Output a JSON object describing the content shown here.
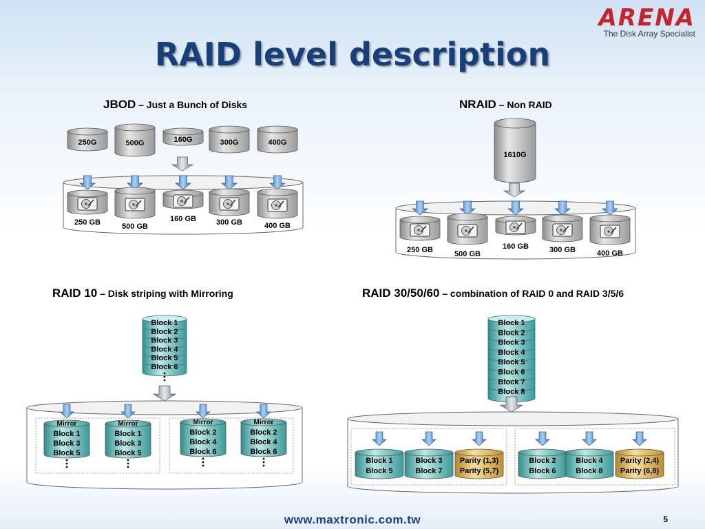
{
  "logo": {
    "word": "ARENA",
    "tagline": "The Disk Array Specialist"
  },
  "title": "RAID level description",
  "jbod": {
    "title_strong": "JBOD",
    "title_rest": " – Just a Bunch of Disks",
    "source_disks": [
      "250G",
      "500G",
      "160G",
      "300G",
      "400G"
    ],
    "array_disks": [
      "250 GB",
      "500 GB",
      "160 GB",
      "300 GB",
      "400 GB"
    ]
  },
  "nraid": {
    "title_strong": "NRAID",
    "title_rest": " – Non RAID",
    "source_disk": "1610G",
    "array_disks": [
      "250 GB",
      "500 GB",
      "160 GB",
      "300 GB",
      "400 GB"
    ]
  },
  "raid10": {
    "title_strong": "RAID 10",
    "title_rest": " – Disk striping with Mirroring",
    "stack": [
      "Block 1",
      "Block 2",
      "Block 3",
      "Block 4",
      "Block 5",
      "Block 6"
    ],
    "mirror_label": "Mirror",
    "groups": [
      {
        "disks": [
          [
            "Block 1",
            "Block 3",
            "Block 5"
          ],
          [
            "Block 1",
            "Block 3",
            "Block 5"
          ]
        ]
      },
      {
        "disks": [
          [
            "Block 2",
            "Block 4",
            "Block 6"
          ],
          [
            "Block 2",
            "Block 4",
            "Block 6"
          ]
        ]
      }
    ]
  },
  "raid30": {
    "title_strong": "RAID 30/50/60",
    "title_rest": " – combination of RAID 0 and RAID 3/5/6",
    "stack": [
      "Block 1",
      "Block 2",
      "Block 3",
      "Block 4",
      "Block 5",
      "Block 6",
      "Block 7",
      "Block 8"
    ],
    "groups": [
      {
        "disks": [
          {
            "lines": [
              "Block 1",
              "Block 5"
            ],
            "parity": false
          },
          {
            "lines": [
              "Block 3",
              "Block 7"
            ],
            "parity": false
          },
          {
            "lines": [
              "Parity (1,3)",
              "Parity (5,7)"
            ],
            "parity": true
          }
        ]
      },
      {
        "disks": [
          {
            "lines": [
              "Block 2",
              "Block 6"
            ],
            "parity": false
          },
          {
            "lines": [
              "Block 4",
              "Block 8"
            ],
            "parity": false
          },
          {
            "lines": [
              "Parity (2,4)",
              "Parity (6,8)"
            ],
            "parity": true
          }
        ]
      }
    ]
  },
  "footer": {
    "url": "www.maxtronic.com.tw",
    "page": "5"
  },
  "colors": {
    "title": "#173f7a",
    "logo": "#c8232c",
    "teal": "#3fa7a7",
    "parity": "#d7a83e",
    "arrow": "#4a90d9",
    "gray_disk": "#a9a9a9"
  }
}
